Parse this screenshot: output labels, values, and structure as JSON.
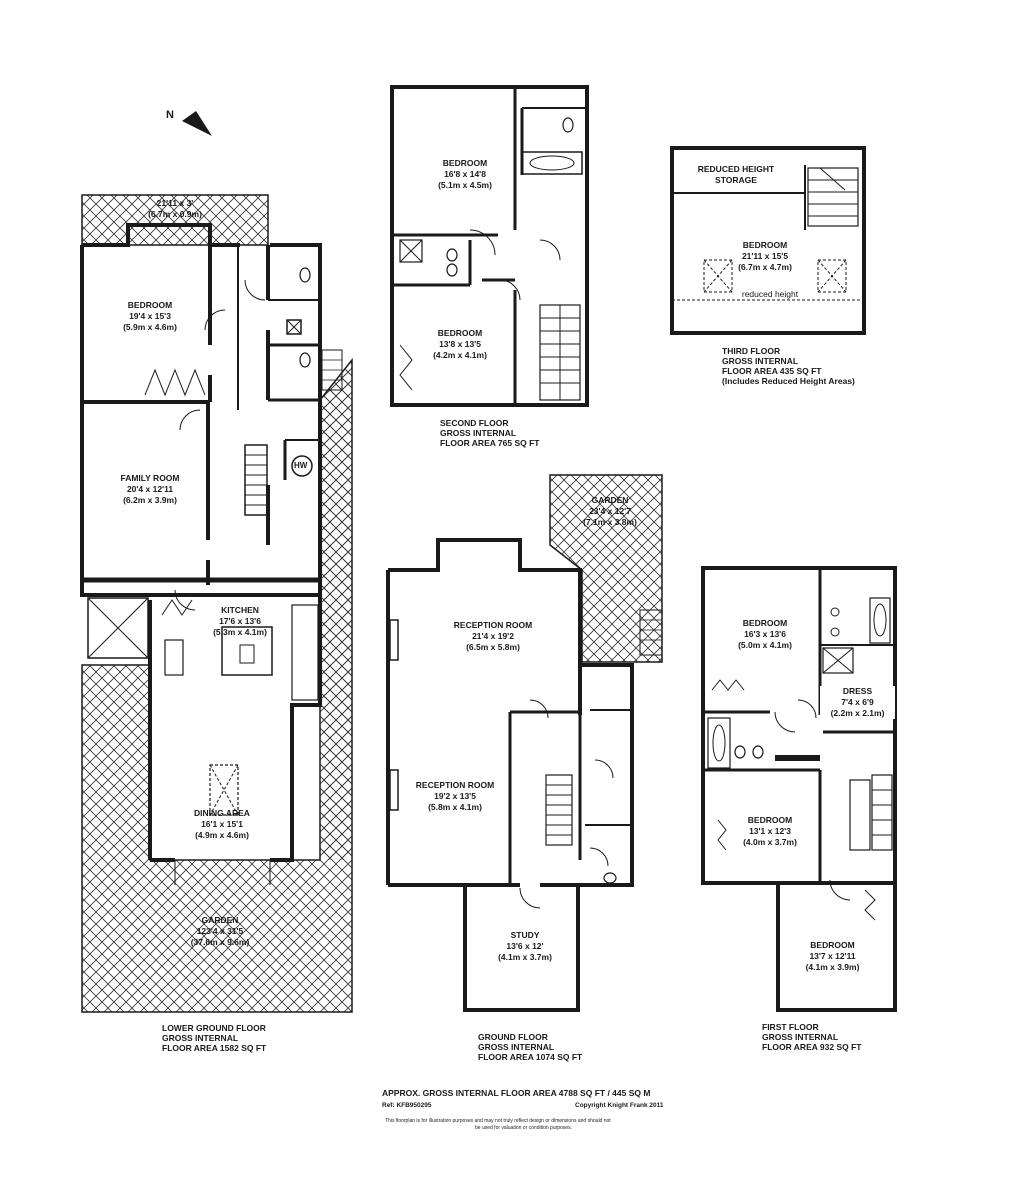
{
  "compass": {
    "label": "N",
    "icon": "north-arrow-icon"
  },
  "floors": {
    "lower_ground": {
      "title": [
        "LOWER GROUND FLOOR",
        "GROSS INTERNAL",
        "FLOOR AREA 1582 SQ FT"
      ],
      "rooms": {
        "terrace": {
          "dims": "21'11 x 3'",
          "metric": "(6.7m x 0.9m)"
        },
        "bedroom": {
          "name": "BEDROOM",
          "dims": "19'4 x 15'3",
          "metric": "(5.9m x 4.6m)"
        },
        "family_room": {
          "name": "FAMILY ROOM",
          "dims": "20'4 x 12'11",
          "metric": "(6.2m x 3.9m)"
        },
        "kitchen": {
          "name": "KITCHEN",
          "dims": "17'6 x 13'6",
          "metric": "(5.3m x 4.1m)"
        },
        "dining_area": {
          "name": "DINING AREA",
          "dims": "16'1 x 15'1",
          "metric": "(4.9m x 4.6m)"
        },
        "garden": {
          "name": "GARDEN",
          "dims": "123'4 x 31'5",
          "metric": "(37.6m x 9.6m)"
        }
      },
      "hw_label": "HW"
    },
    "second": {
      "title": [
        "SECOND FLOOR",
        "GROSS INTERNAL",
        "FLOOR AREA 765 SQ FT"
      ],
      "rooms": {
        "bedroom1": {
          "name": "BEDROOM",
          "dims": "16'8 x 14'8",
          "metric": "(5.1m x 4.5m)"
        },
        "bedroom2": {
          "name": "BEDROOM",
          "dims": "13'8 x 13'5",
          "metric": "(4.2m x 4.1m)"
        }
      }
    },
    "third": {
      "title": [
        "THIRD FLOOR",
        "GROSS INTERNAL",
        "FLOOR AREA 435 SQ FT",
        "(Includes Reduced Height Areas)"
      ],
      "rooms": {
        "storage": {
          "name_line1": "REDUCED HEIGHT",
          "name_line2": "STORAGE"
        },
        "bedroom": {
          "name": "BEDROOM",
          "dims": "21'11 x 15'5",
          "metric": "(6.7m x 4.7m)"
        }
      },
      "reduced_height": "reduced height"
    },
    "ground": {
      "title": [
        "GROUND FLOOR",
        "GROSS INTERNAL",
        "FLOOR AREA 1074 SQ FT"
      ],
      "rooms": {
        "garden": {
          "name": "GARDEN",
          "dims": "23'4 x 12'7",
          "metric": "(7.1m x 3.8m)"
        },
        "reception1": {
          "name": "RECEPTION ROOM",
          "dims": "21'4 x 19'2",
          "metric": "(6.5m x 5.8m)"
        },
        "reception2": {
          "name": "RECEPTION ROOM",
          "dims": "19'2 x 13'5",
          "metric": "(5.8m x 4.1m)"
        },
        "study": {
          "name": "STUDY",
          "dims": "13'6 x 12'",
          "metric": "(4.1m x 3.7m)"
        }
      }
    },
    "first": {
      "title": [
        "FIRST FLOOR",
        "GROSS INTERNAL",
        "FLOOR AREA 932 SQ FT"
      ],
      "rooms": {
        "bedroom1": {
          "name": "BEDROOM",
          "dims": "16'3 x 13'6",
          "metric": "(5.0m x 4.1m)"
        },
        "dress": {
          "name": "DRESS",
          "dims": "7'4 x 6'9",
          "metric": "(2.2m x 2.1m)"
        },
        "bedroom2": {
          "name": "BEDROOM",
          "dims": "13'1 x 12'3",
          "metric": "(4.0m x 3.7m)"
        },
        "bedroom3": {
          "name": "BEDROOM",
          "dims": "13'7 x 12'11",
          "metric": "(4.1m x 3.9m)"
        }
      }
    }
  },
  "footer": {
    "total_area": "APPROX. GROSS INTERNAL FLOOR AREA 4788 SQ FT / 445 SQ M",
    "ref": "Ref: KFB950295",
    "copyright": "Copyright Knight Frank 2011",
    "disclaimer_line1": "This floorplan is for illustration purposes and may not truly reflect design or dimensions and should not",
    "disclaimer_line2": "be used for valuation or condition purposes."
  },
  "colors": {
    "wall": "#1a1a1a",
    "hatch": "#333333",
    "background": "#ffffff"
  }
}
